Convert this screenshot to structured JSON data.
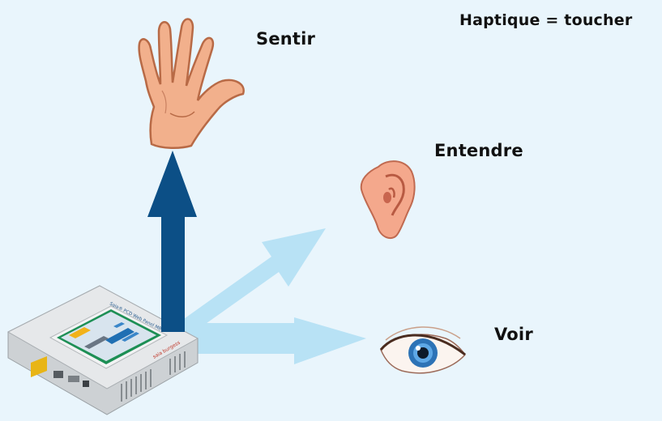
{
  "labels": {
    "haptique": "Haptique = toucher",
    "sentir": "Sentir",
    "entendre": "Entendre",
    "voir": "Voir"
  },
  "device": {
    "title": "Saia® PCD Web Panel MB",
    "brand": "saia burgess"
  },
  "colors": {
    "background": "#e9f5fc",
    "dark_arrow": "#0c4f86",
    "light_arrow": "#b8e2f5"
  },
  "icons": [
    "hand-icon",
    "ear-icon",
    "eye-icon",
    "web-panel-device-icon"
  ]
}
